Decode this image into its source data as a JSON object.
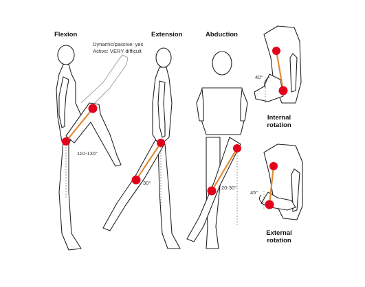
{
  "labels": {
    "flexion": "Flexion",
    "extension": "Extension",
    "abduction": "Abduction",
    "internal_rotation_line1": "Internal",
    "internal_rotation_line2": "rotation",
    "external_rotation_line1": "External",
    "external_rotation_line2": "rotation"
  },
  "notes": {
    "dynamic_passive": "Dynamic/passive: yes",
    "active": "Active: VERY difficult"
  },
  "angles": {
    "flexion": "110-130°",
    "extension": "30°",
    "abduction": "20-30°",
    "internal_rotation": "40°",
    "external_rotation": "45°"
  },
  "colors": {
    "joint": "#e3001b",
    "bone_line": "#e28a35",
    "outline": "#222222",
    "ghost_outline": "#9a9a9a"
  }
}
